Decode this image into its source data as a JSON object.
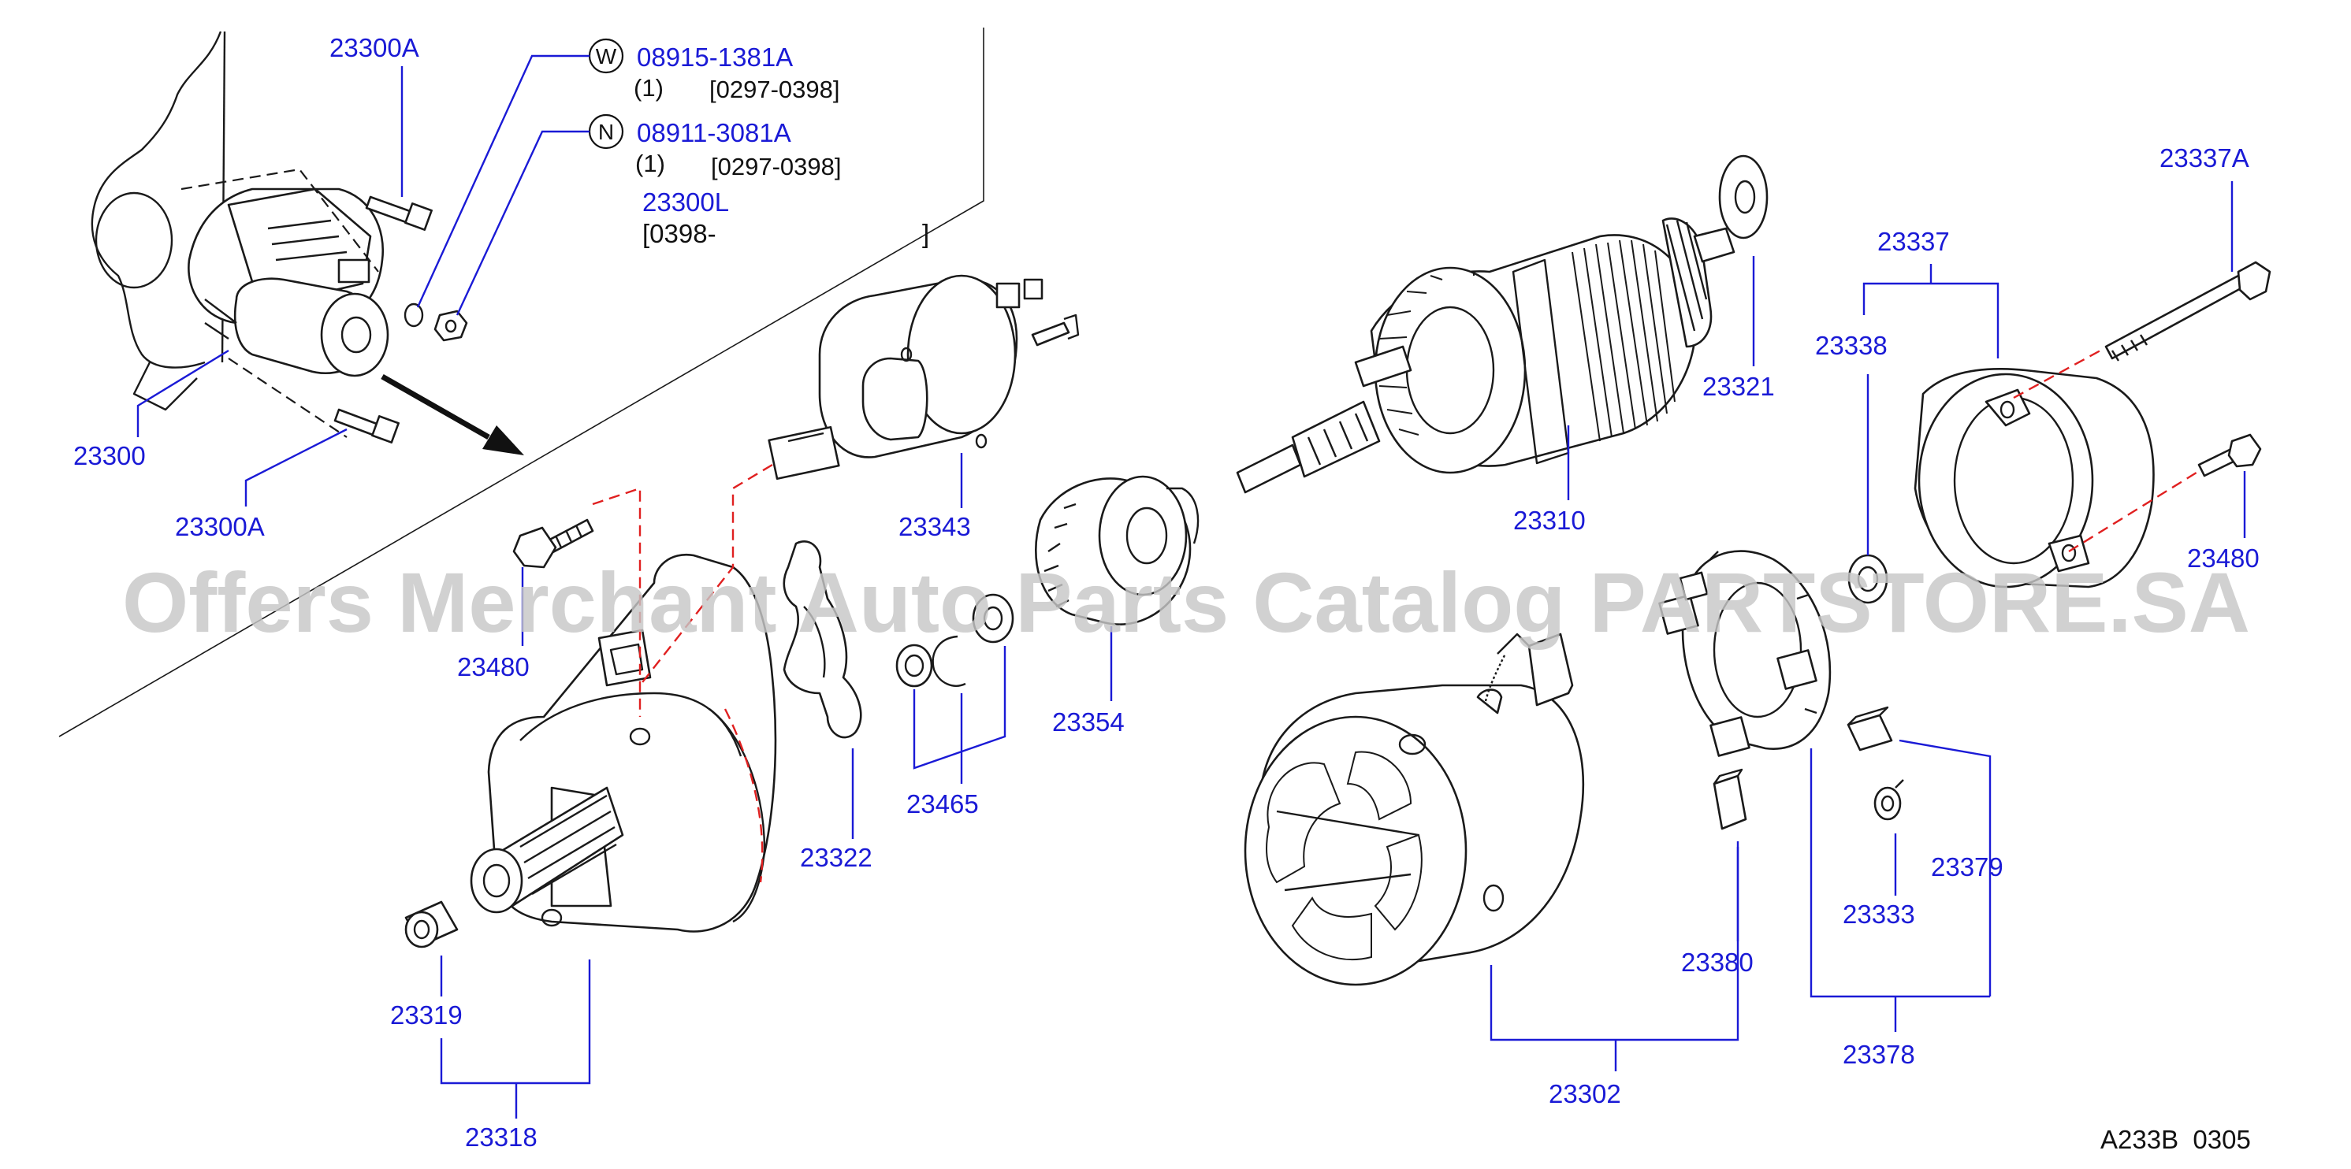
{
  "diagram": {
    "labels": {
      "p23300A_top": "23300A",
      "p23300": "23300",
      "p23300A_bottom": "23300A",
      "p08915": "08915-1381A",
      "p08911": "08911-3081A",
      "p23300L": "23300L",
      "p23343": "23343",
      "p23480_left": "23480",
      "p23322": "23322",
      "p23465": "23465",
      "p23354": "23354",
      "p23319": "23319",
      "p23318": "23318",
      "p23310": "23310",
      "p23321": "23321",
      "p23337A": "23337A",
      "p23337": "23337",
      "p23338": "23338",
      "p23480_right": "23480",
      "p23380": "23380",
      "p23302": "23302",
      "p23379": "23379",
      "p23333": "23333",
      "p23378": "23378"
    },
    "notes": {
      "w_symbol": "W",
      "n_symbol": "N",
      "w_qty": "(1)",
      "w_range": "[0297-0398]",
      "n_qty": "(1)",
      "n_range": "[0297-0398]",
      "l_range_open": "[0398-",
      "l_range_close": "]"
    },
    "footer_code": "A233B  0305",
    "watermark": "Offers Merchant Auto Parts Catalog PARTSTORE.SA"
  },
  "colors": {
    "label_blue": "#1a1ad6",
    "dash_red": "#e02020",
    "watermark_gray": "#c7c7c7"
  }
}
